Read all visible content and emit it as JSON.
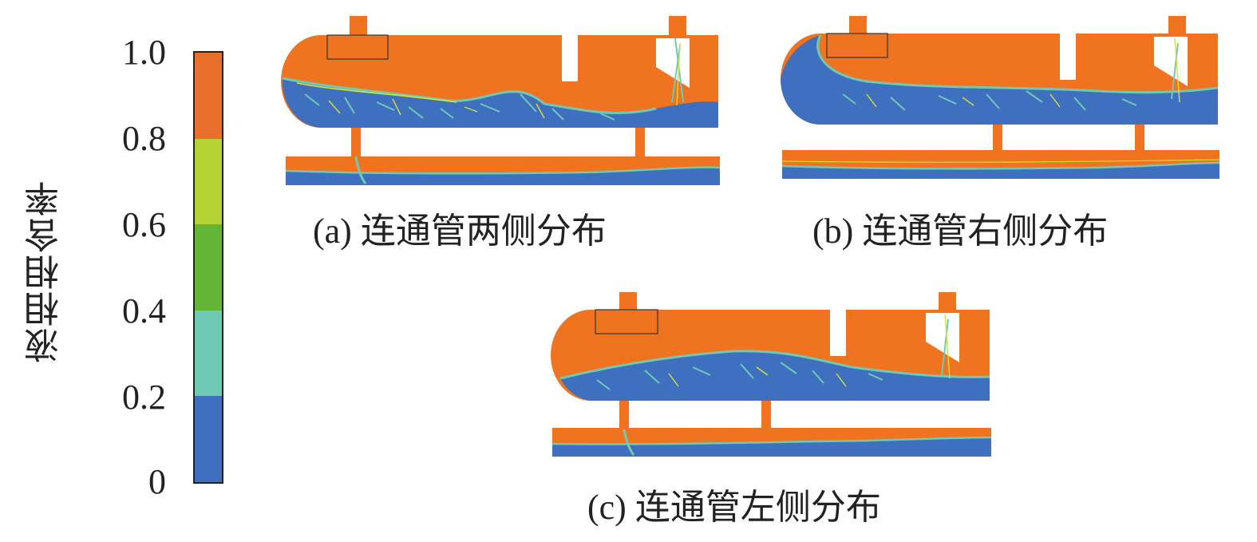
{
  "legend": {
    "title": "液相相含率",
    "ticks": [
      "1.0",
      "0.8",
      "0.6",
      "0.4",
      "0.2",
      "0"
    ],
    "colors": [
      "#e8702a",
      "#f0741f",
      "#b5d334",
      "#62b535",
      "#6ec9b5",
      "#3f70bf"
    ]
  },
  "panels": [
    {
      "label": "(a)",
      "caption": "连通管两侧分布"
    },
    {
      "label": "(b)",
      "caption": "连通管右侧分布"
    },
    {
      "label": "(c)",
      "caption": "连通管左侧分布"
    }
  ],
  "palette": {
    "gas": "#f0741f",
    "liquid": "#3f70bf",
    "interface_cyan": "#6ec9b5",
    "interface_yellow": "#d8e030"
  }
}
